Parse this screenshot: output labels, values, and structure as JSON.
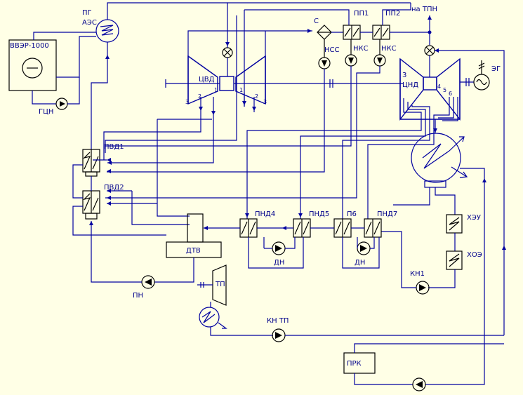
{
  "labels": {
    "pg": "ПГ",
    "aes": "АЭС",
    "reactor": "ВВЭР-1000",
    "gcn": "ГЦН",
    "c": "С",
    "pp1": "ПП1",
    "pp2": "ПП2",
    "to_tpn": "на ТПН",
    "nss": "НСС",
    "nks1": "НКС",
    "nks2": "НКС",
    "cvd": "ЦВД",
    "cnd": "ЦНД",
    "eg": "ЭГ",
    "pvd1": "ПВД1",
    "pvd2": "ПВД2",
    "pnd4": "ПНД4",
    "pnd5": "ПНД5",
    "p6": "П6",
    "pnd7": "ПНД7",
    "dtv": "ДТВ",
    "dn1": "ДН",
    "dn2": "ДН",
    "heu": "ХЭУ",
    "hoe": "ХОЭ",
    "kn1": "КН1",
    "pn": "ПН",
    "tp": "ТП",
    "kn_tp": "КН  ТП",
    "prk": "ПРК",
    "cvd_ext_1a": "1",
    "cvd_ext_1b": "1",
    "cvd_ext_2a": "2",
    "cvd_ext_2b": "2",
    "cvd_ext_3a": "3",
    "cvd_ext_3b": "3",
    "cnd_ext_3": "3",
    "cnd_ext_4": "4",
    "cnd_ext_5": "5",
    "cnd_ext_6": "6"
  }
}
